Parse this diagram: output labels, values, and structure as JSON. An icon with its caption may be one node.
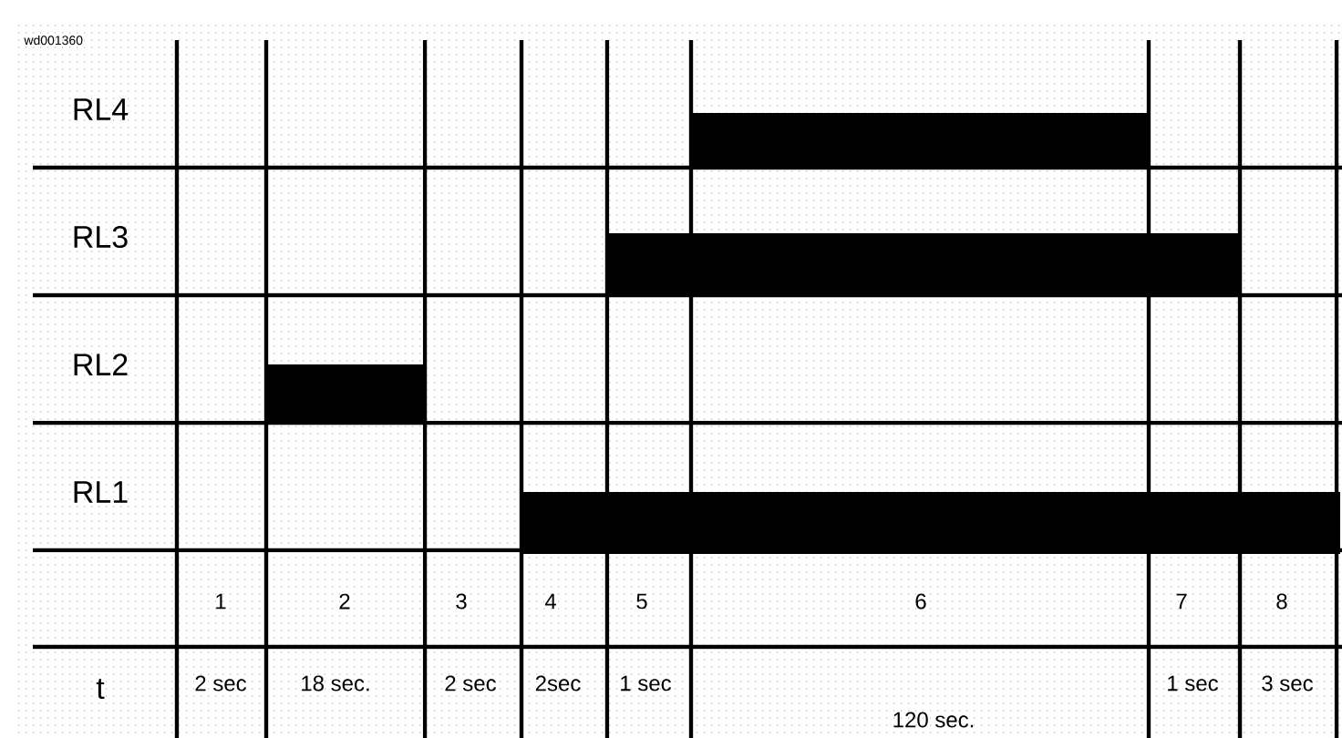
{
  "diagram": {
    "nodes": [
      {
        "text": [],
        "shape": "bar"
      },
      {
        "text": [],
        "shape": "bar"
      },
      {
        "text": [],
        "shape": "bar"
      },
      {
        "text": [],
        "shape": "bar"
      }
    ],
    "labels": [
      "wd001360",
      "RL4",
      "RL3",
      "RL2",
      "RL1",
      "1",
      "2",
      "3",
      "4",
      "5",
      "6",
      "7",
      "8",
      "t",
      "2 sec",
      "18 sec.",
      "2 sec",
      "2sec",
      "1 sec",
      "120 sec.",
      "1 sec",
      "3 sec"
    ]
  }
}
